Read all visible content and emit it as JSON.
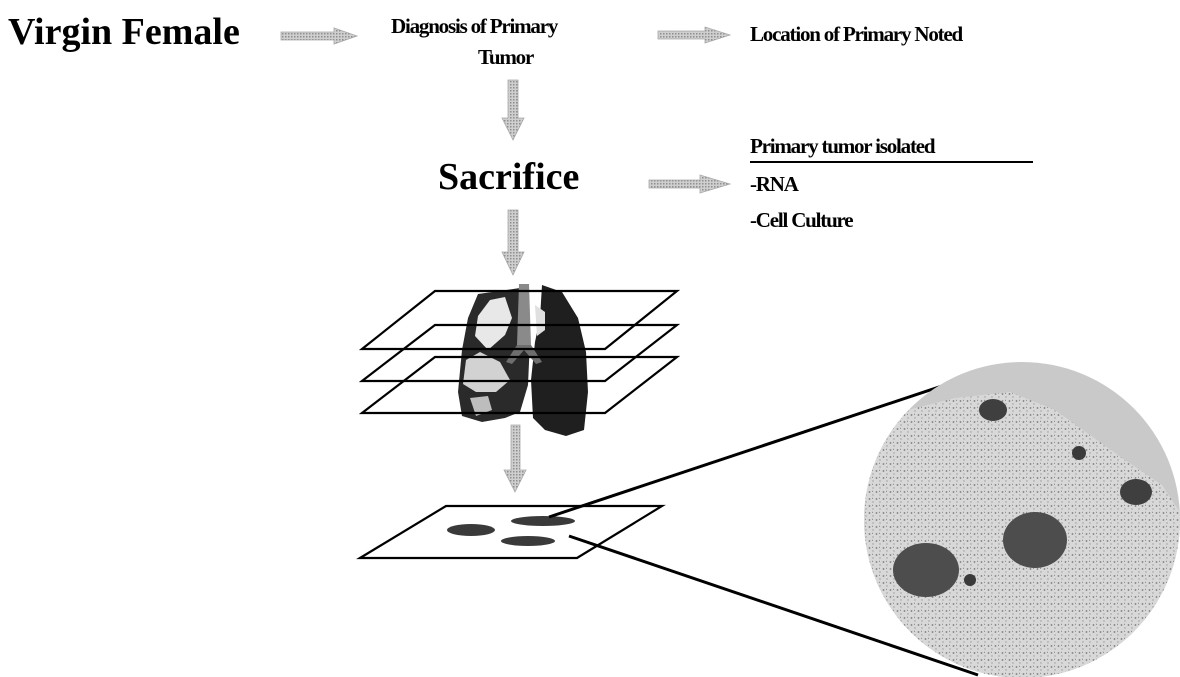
{
  "steps": {
    "start": "Virgin Female",
    "diagnosis_line1": "Diagnosis of Primary",
    "diagnosis_line2": "Tumor",
    "location": "Location of Primary Noted",
    "sacrifice": "Sacrifice"
  },
  "isolation": {
    "heading": "Primary tumor isolated",
    "items": [
      "-RNA",
      "-Cell Culture"
    ]
  },
  "icons": {
    "arrow": "gray-hatched-arrow-icon",
    "lungs": "lungs-icon",
    "tissue": "histology-micrograph-icon"
  },
  "colors": {
    "arrow_fill": "#b8b8b8",
    "lung_dark": "#2a2a2a",
    "tissue_bg": "#d4d4d4",
    "nodule": "#4d4d4d"
  }
}
